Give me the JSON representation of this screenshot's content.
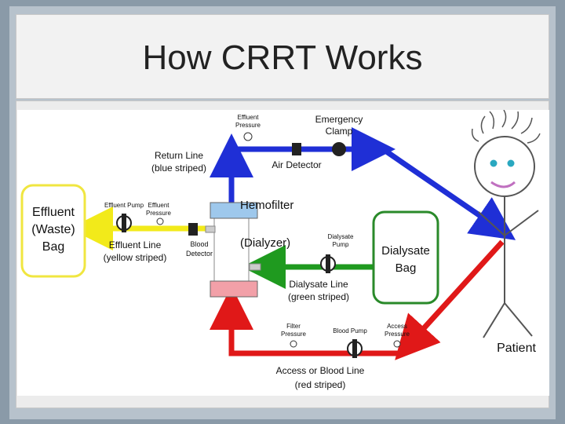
{
  "slide": {
    "title": "How CRRT Works"
  },
  "diagram": {
    "effluent_bag": {
      "line1": "Effluent",
      "line2": "(Waste)",
      "line3": "Bag"
    },
    "dialysate_bag": {
      "line1": "Dialysate",
      "line2": "Bag"
    },
    "hemofilter": {
      "line1": "Hemofilter",
      "line2": "(Dialyzer)"
    },
    "return_line": {
      "line1": "Return Line",
      "line2": "(blue striped)"
    },
    "air_detector": "Air Detector",
    "emergency_clamp": {
      "line1": "Emergency",
      "line2": "Clamp"
    },
    "effluent_pressure_top": {
      "line1": "Effluent",
      "line2": "Pressure"
    },
    "effluent_pump": "Effluent Pump",
    "effluent_pressure_left": {
      "line1": "Effluent",
      "line2": "Pressure"
    },
    "effluent_line": {
      "line1": "Effluent Line",
      "line2": "(yellow striped)"
    },
    "blood_detector": {
      "line1": "Blood",
      "line2": "Detector"
    },
    "dialysate_pump": {
      "line1": "Dialysate",
      "line2": "Pump"
    },
    "dialysate_line": {
      "line1": "Dialysate Line",
      "line2": "(green striped)"
    },
    "filter_pressure": {
      "line1": "Filter",
      "line2": "Pressure"
    },
    "blood_pump": "Blood Pump",
    "access_pressure": {
      "line1": "Access",
      "line2": "Pressure"
    },
    "access_line": {
      "line1": "Access or Blood Line",
      "line2": "(red striped)"
    },
    "patient": "Patient",
    "colors": {
      "return_line": "#1f2fd6",
      "access_line": "#e01818",
      "effluent_line": "#f2ea1a",
      "dialysate_line": "#1f9a1f",
      "effluent_bag_border": "#f0e640",
      "dialysate_bag_border": "#2a8a2a",
      "hemofilter_top": "#9ec8ec",
      "hemofilter_bottom": "#f2a0a8",
      "patient_eyes": "#2aa8c0",
      "patient_mouth": "#c070c0"
    }
  }
}
